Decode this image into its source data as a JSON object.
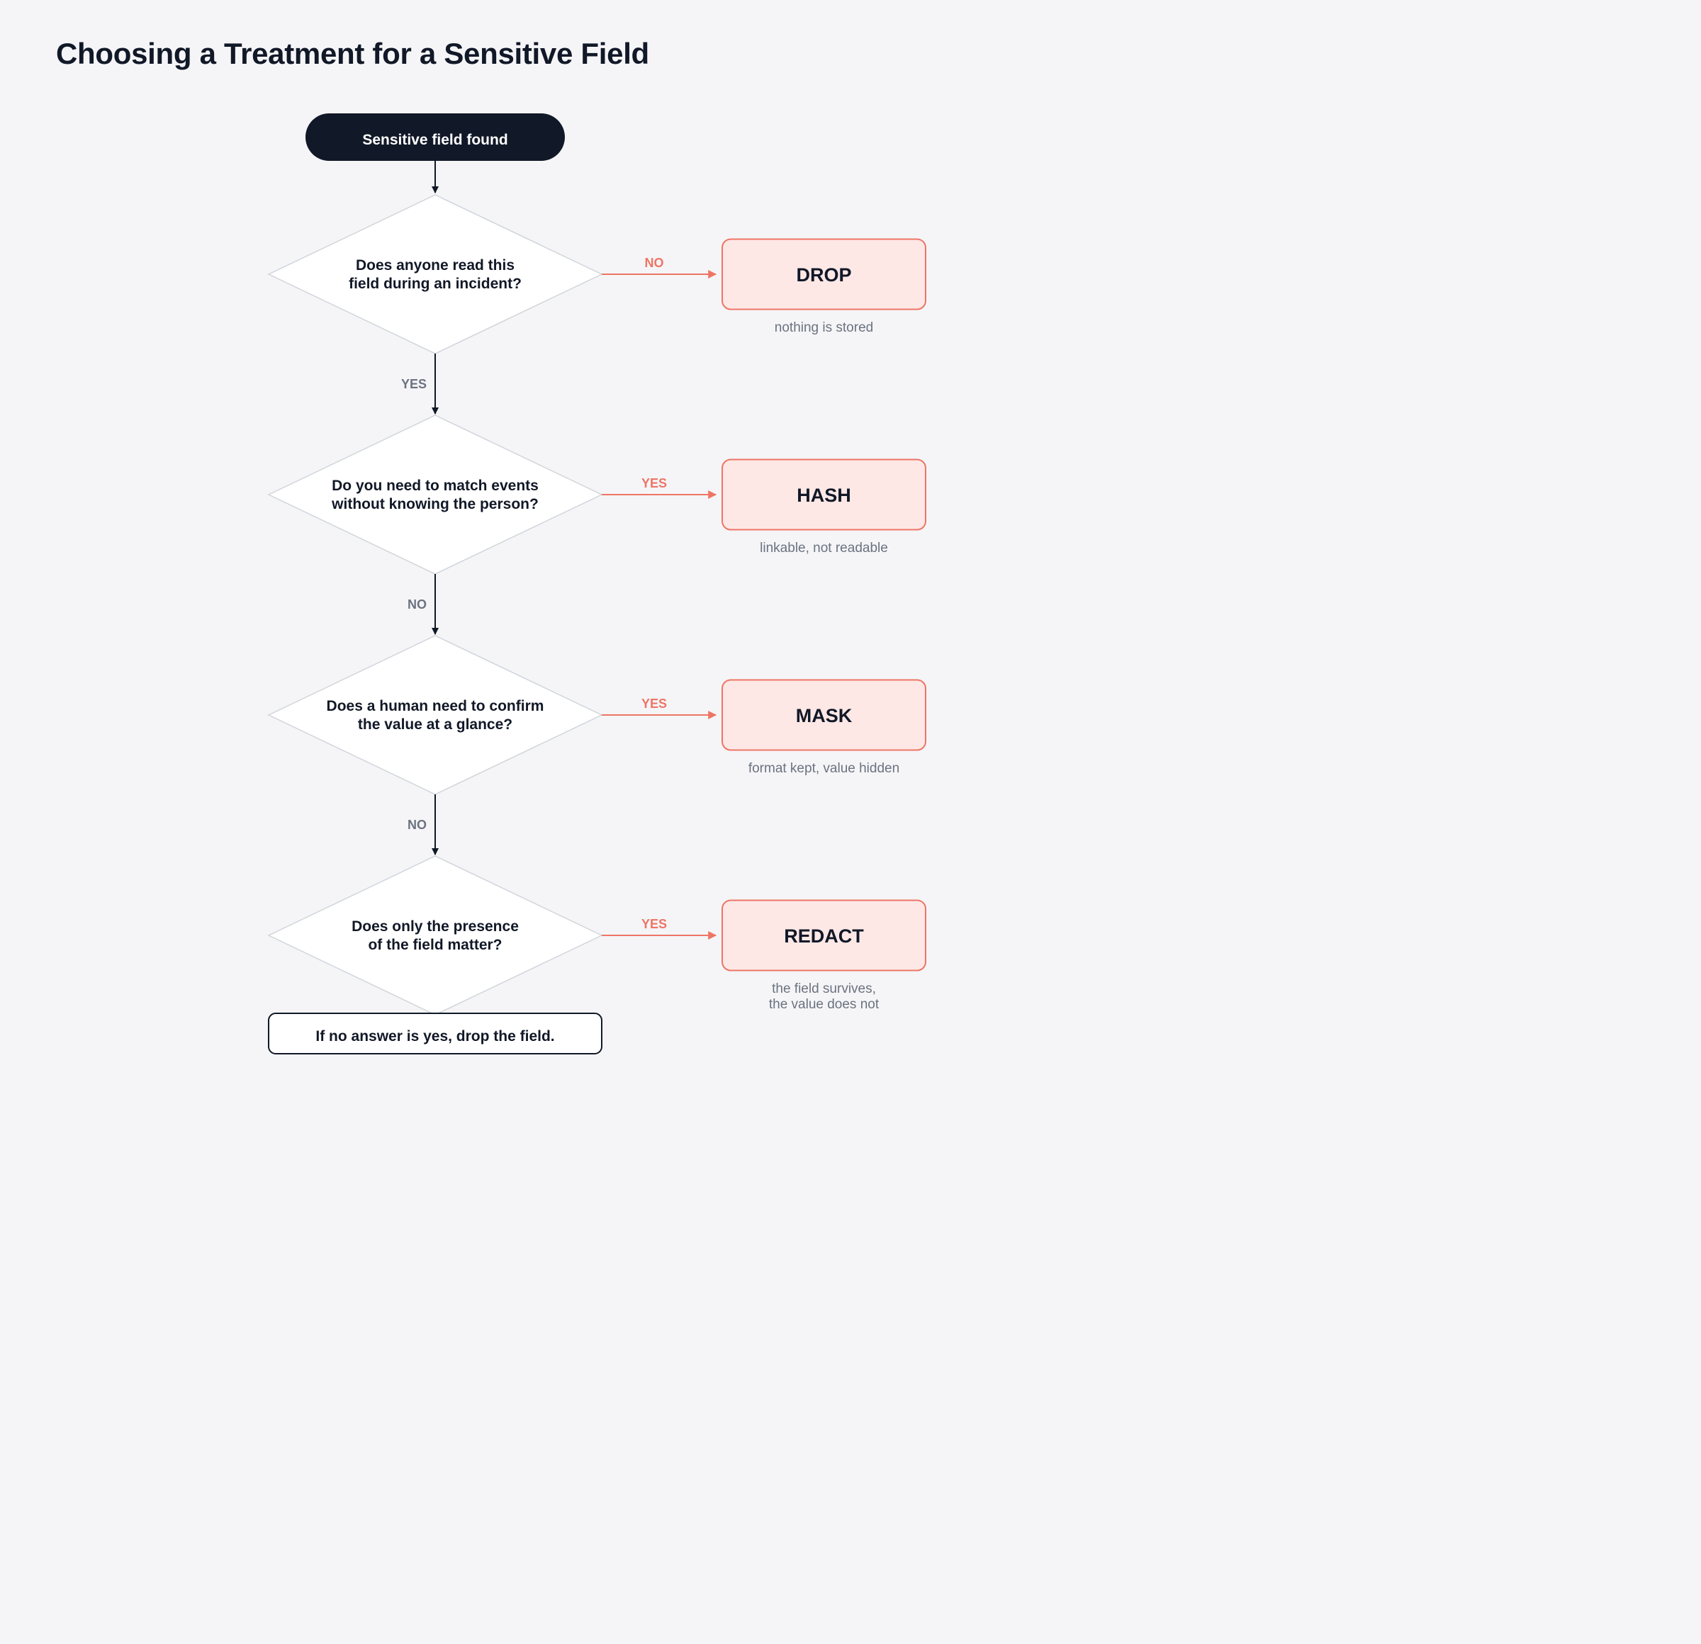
{
  "title": "Choosing a Treatment for a Sensitive Field",
  "colors": {
    "background": "#f5f5f7",
    "dark": "#111827",
    "accent": "#ee7565",
    "outcome_fill": "#fde8e6",
    "muted": "#6b7280",
    "diamond_stroke": "#d1d5db"
  },
  "start": {
    "label": "Sensitive field found"
  },
  "decisions": [
    {
      "lines": [
        "Does anyone read this",
        "field during an incident?"
      ],
      "down_label": "YES",
      "side_label": "NO",
      "outcome": {
        "label": "DROP",
        "caption": [
          "nothing is stored"
        ]
      }
    },
    {
      "lines": [
        "Do you need to match events",
        "without knowing the person?"
      ],
      "down_label": "NO",
      "side_label": "YES",
      "outcome": {
        "label": "HASH",
        "caption": [
          "linkable, not readable"
        ]
      }
    },
    {
      "lines": [
        "Does a human need to confirm",
        "the value at a glance?"
      ],
      "down_label": "NO",
      "side_label": "YES",
      "outcome": {
        "label": "MASK",
        "caption": [
          "format kept, value hidden"
        ]
      }
    },
    {
      "lines": [
        "Does only the presence",
        "of the field matter?"
      ],
      "down_label": "",
      "side_label": "YES",
      "outcome": {
        "label": "REDACT",
        "caption": [
          "the field survives,",
          "the value does not"
        ]
      }
    }
  ],
  "footer": {
    "label": "If no answer is yes, drop the field."
  }
}
